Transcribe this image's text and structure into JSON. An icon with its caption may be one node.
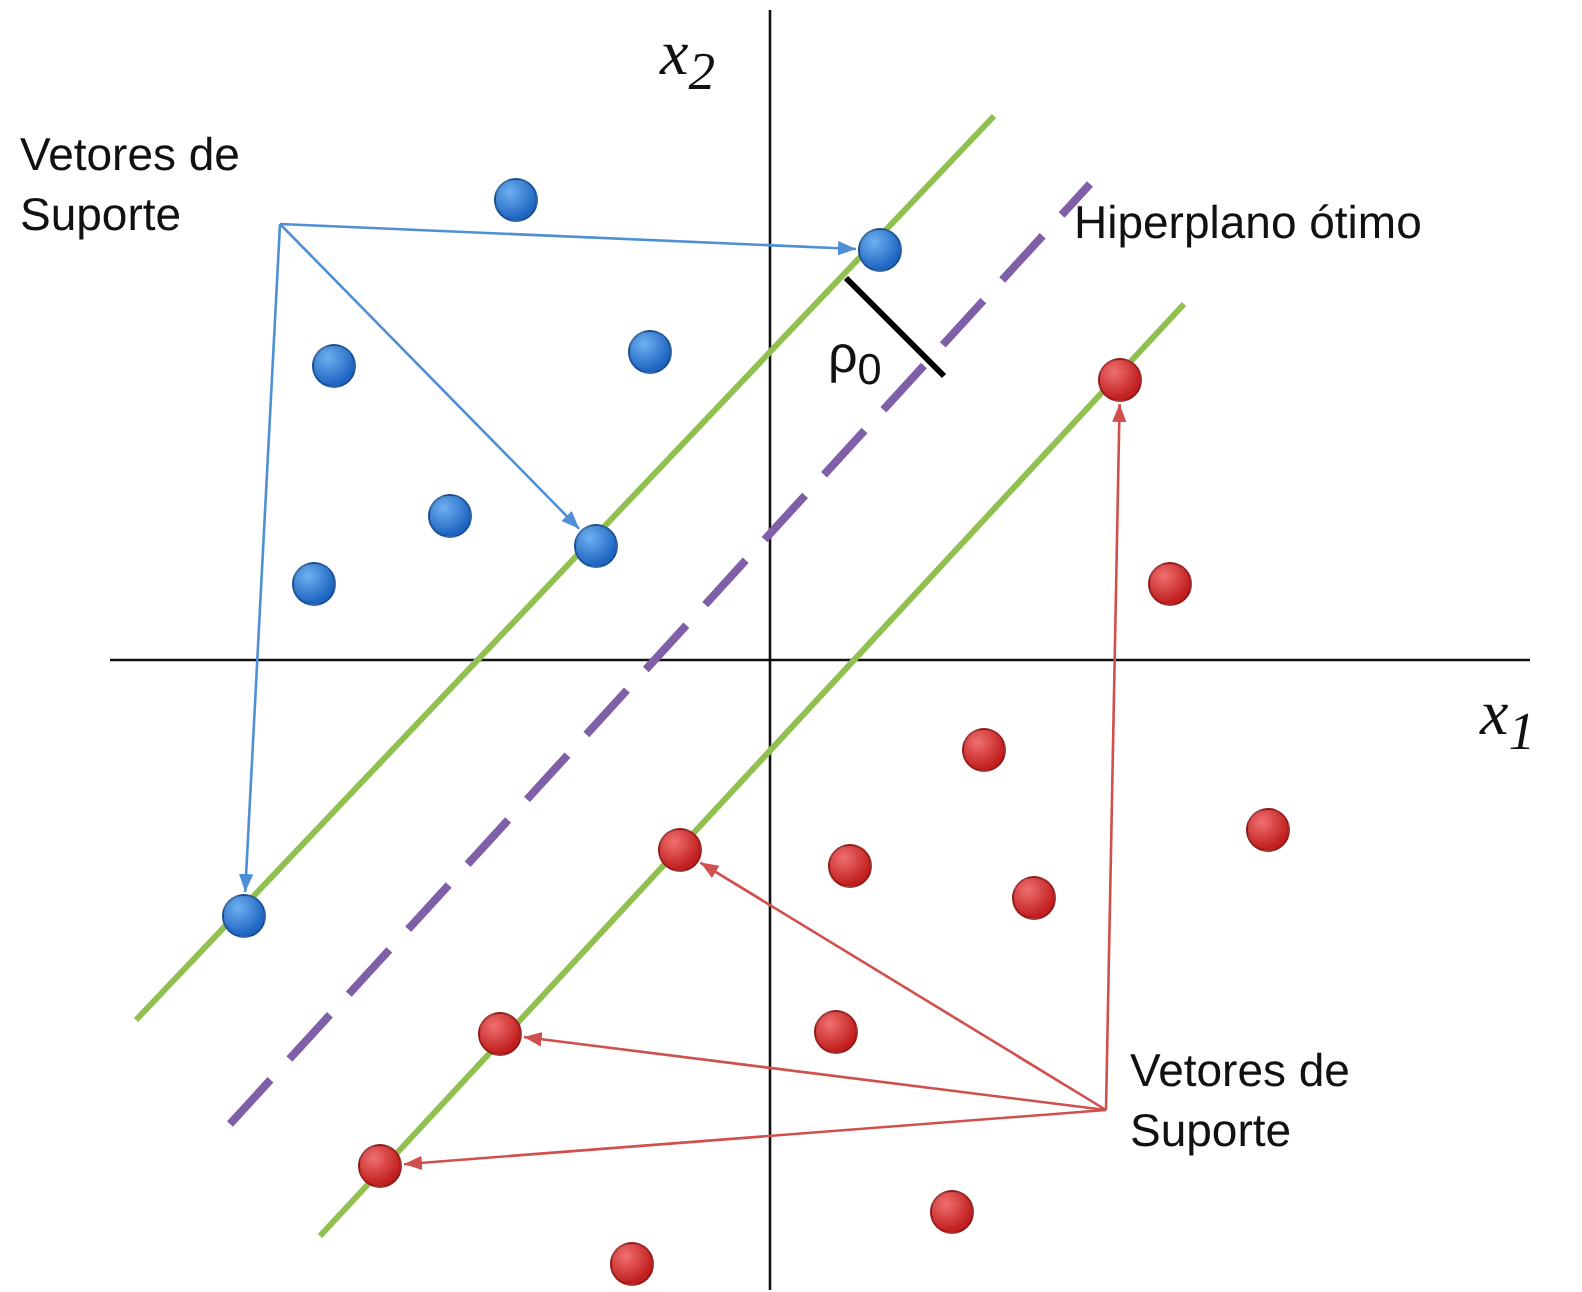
{
  "diagram": {
    "nodes": [
      {
        "text": [
          "Vetores de Suporte"
        ]
      },
      {
        "text": [
          "Vetores de Suporte"
        ]
      },
      {
        "text": [],
        "shape": "circle"
      },
      {
        "text": [],
        "shape": "circle"
      },
      {
        "text": [],
        "shape": "circle"
      },
      {
        "text": [],
        "shape": "circle"
      },
      {
        "text": [],
        "shape": "circle"
      },
      {
        "text": [],
        "shape": "circle"
      },
      {
        "text": [],
        "shape": "circle"
      },
      {
        "text": [],
        "shape": "circle"
      },
      {
        "text": [],
        "shape": "circle"
      },
      {
        "text": [],
        "shape": "circle"
      },
      {
        "text": [],
        "shape": "circle"
      },
      {
        "text": [],
        "shape": "circle"
      },
      {
        "text": [],
        "shape": "circle"
      },
      {
        "text": [],
        "shape": "circle"
      },
      {
        "text": [],
        "shape": "circle"
      },
      {
        "text": [],
        "shape": "circle"
      },
      {
        "text": [],
        "shape": "circle"
      },
      {
        "text": [],
        "shape": "circle"
      },
      {
        "text": [],
        "shape": "circle"
      },
      {
        "text": [],
        "shape": "circle"
      }
    ],
    "edges": [
      {
        "from": 0,
        "to": 3,
        "arrow": "to",
        "color": "#4f8fd6"
      },
      {
        "from": 0,
        "to": 8,
        "arrow": "to",
        "color": "#4f8fd6"
      },
      {
        "from": 0,
        "to": 16,
        "arrow": "to",
        "color": "#4f8fd6"
      },
      {
        "from": 1,
        "to": 6,
        "arrow": "to",
        "color": "#d0504d"
      },
      {
        "from": 1,
        "to": 13,
        "arrow": "to",
        "color": "#d0504d"
      },
      {
        "from": 1,
        "to": 18,
        "arrow": "to",
        "color": "#d0504d"
      },
      {
        "from": 1,
        "to": 19,
        "arrow": "to",
        "color": "#d0504d"
      }
    ],
    "labels": [
      "x$_{2}$",
      "Hiperplano ótimo",
      "ρ$_{0}$",
      "x$_{1}$"
    ]
  }
}
